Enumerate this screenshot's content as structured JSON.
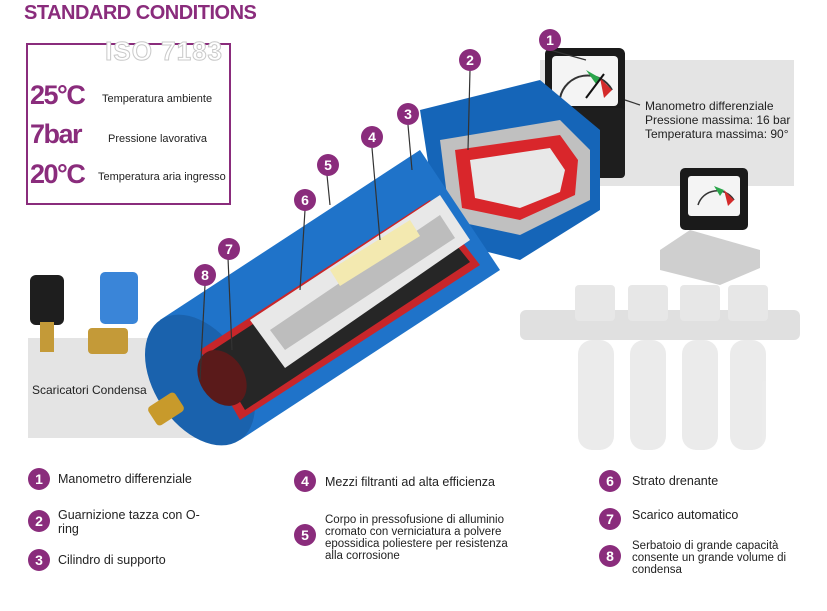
{
  "conditions": {
    "title": "STANDARD CONDITIONS",
    "standard": "ISO 7183",
    "rows": [
      {
        "value": "25°C",
        "label": "Temperatura ambiente"
      },
      {
        "value": "7bar",
        "label": "Pressione lavorativa"
      },
      {
        "value": "20°C",
        "label": "Temperatura aria ingresso"
      }
    ]
  },
  "callouts": {
    "gauge": {
      "title": "Manometro differenziale",
      "line1": "Pressione massima: 16 bar",
      "line2": "Temperatura massima: 90°"
    },
    "drains": "Scaricatori Condensa"
  },
  "diagram_markers": [
    "1",
    "2",
    "3",
    "4",
    "5",
    "6",
    "7",
    "8"
  ],
  "legend": [
    {
      "num": "1",
      "text": "Manometro differenziale"
    },
    {
      "num": "2",
      "text": "Guarnizione tazza con O-ring"
    },
    {
      "num": "3",
      "text": "Cilindro di supporto"
    },
    {
      "num": "4",
      "text": "Mezzi filtranti ad alta efficienza"
    },
    {
      "num": "5",
      "text": "Corpo in pressofusione di alluminio cromato con verniciatura a polvere epossidica poliestere per resistenza alla corrosione"
    },
    {
      "num": "6",
      "text": "Strato drenante"
    },
    {
      "num": "7",
      "text": "Scarico automatico"
    },
    {
      "num": "8",
      "text": "Serbatoio di grande capacità consente un grande volume di condensa"
    }
  ],
  "colors": {
    "accent": "#8a2c7c",
    "body_blue": "#1f6fc4",
    "seal_red": "#c8262a",
    "band_grey": "#e4e4e4"
  }
}
